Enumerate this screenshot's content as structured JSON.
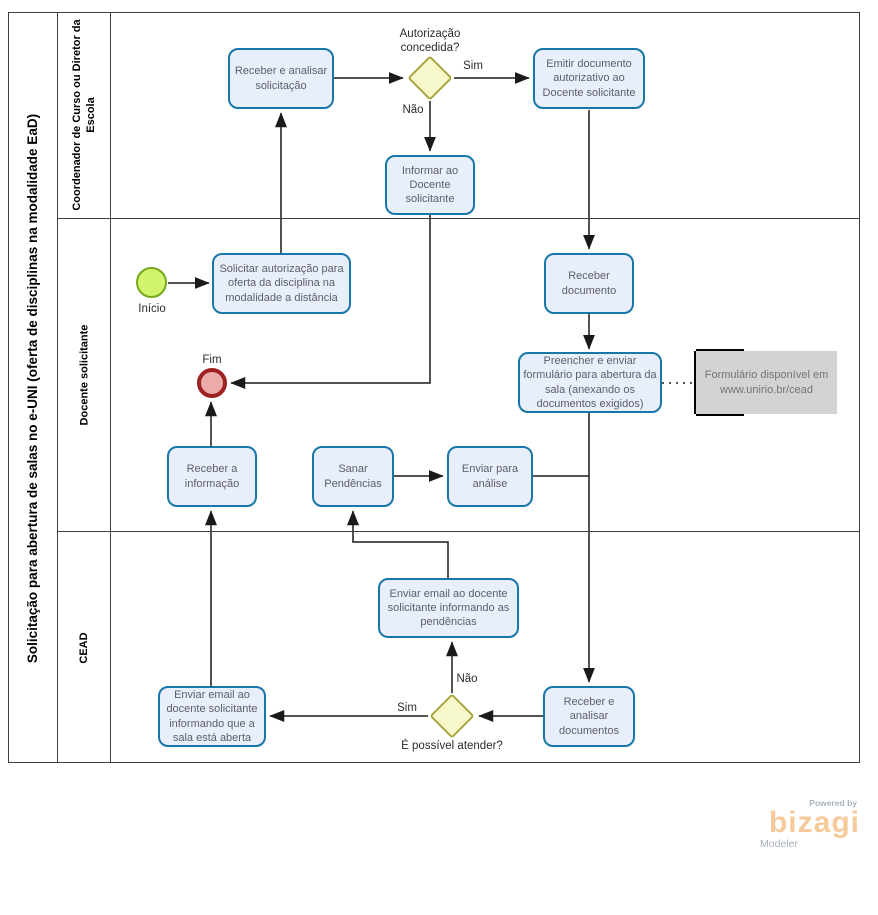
{
  "pool": {
    "title": "Solicitação para abertura de salas no e-UNI (oferta de disciplinas na modalidade EaD)",
    "lanes": [
      {
        "label": "Coordenador de Curso ou Diretor da Escola"
      },
      {
        "label": "Docente  solicitante"
      },
      {
        "label": "CEAD"
      }
    ]
  },
  "events": {
    "start": {
      "label": "Início"
    },
    "end": {
      "label": "Fim"
    }
  },
  "tasks": {
    "receber_analisar_solicitacao": "Receber  e analisar solicitação",
    "emitir_documento": "Emitir documento autorizativo ao Docente solicitante",
    "informar_docente": "Informar ao Docente solicitante",
    "solicitar_autorizacao": "Solicitar autorização para oferta da disciplina na modalidade a distância",
    "receber_documento": "Receber documento",
    "preencher_enviar": "Preencher e enviar formulário para abertura da sala (anexando os documentos exigidos)",
    "receber_informacao": "Receber a informação",
    "sanar_pendencias": "Sanar Pendências",
    "enviar_para_analise": "Enviar para análise",
    "enviar_email_pendencias": "Enviar email ao docente solicitante informando as pendências",
    "enviar_email_sala_aberta": "Enviar email ao docente solicitante informando que a sala está aberta",
    "receber_analisar_documentos": "Receber e analisar documentos"
  },
  "gateways": {
    "autorizacao": {
      "question": "Autorização concedida?",
      "yes": "Sim",
      "no": "Não"
    },
    "atender": {
      "question": "É possível atender?",
      "yes": "Sim",
      "no": "Não"
    }
  },
  "annotation": {
    "text": "Formulário disponível em www.unirio.br/cead"
  },
  "branding": {
    "powered_by": "Powered by",
    "name": "bizagi",
    "product": "Modeler"
  },
  "colors": {
    "task_fill": "#E9EEFB",
    "task_border": "#1877A9",
    "gateway_fill": "#F8F8CD",
    "gateway_border": "#A6A63C",
    "start_fill": "#D2F36E",
    "start_border": "#76A81C",
    "end_fill": "#EBABAB",
    "end_border": "#9E2121",
    "annotation_fill": "#D3D3D3",
    "line": "#1A1A1A",
    "lane_border": "#3F3F3F",
    "logo_orange": "#F6CA9B",
    "logo_gray": "#A8B0BA"
  }
}
